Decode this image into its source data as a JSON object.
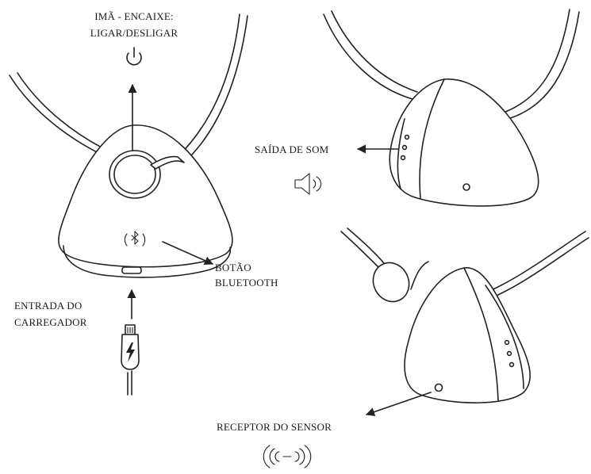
{
  "labels": {
    "magnet_line1": "IMÃ - ENCAIXE:",
    "magnet_line2": "LIGAR/DESLIGAR",
    "sound_output": "SAÍDA DE SOM",
    "bt_line1": "BOTÃO",
    "bt_line2": "BLUETOOTH",
    "charger_line1": "ENTRADA DO",
    "charger_line2": "CARREGADOR",
    "sensor_receptor": "RECEPTOR DO SENSOR"
  },
  "icons": {
    "power": "power-icon",
    "speaker": "speaker-icon",
    "bluetooth": "bluetooth-icon",
    "charging": "lightning-icon",
    "sensor": "wireless-signal-icon"
  },
  "colors": {
    "ink": "#222222",
    "background": "#ffffff"
  }
}
